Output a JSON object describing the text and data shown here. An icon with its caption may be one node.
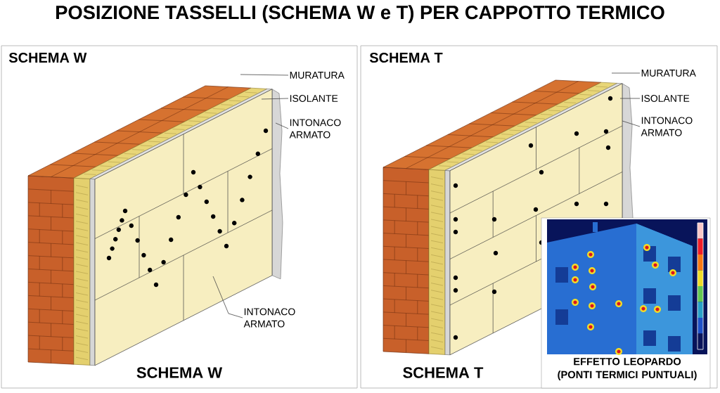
{
  "diagram": {
    "title": "POSIZIONE TASSELLI (SCHEMA W e T) PER CAPPOTTO TERMICO",
    "nodes": [
      {
        "text": [
          "SCHEMA W",
          "SCHEMA W"
        ]
      },
      {
        "text": [
          "MURATURA"
        ],
        "in": 0
      },
      {
        "text": [
          "ISOLANTE"
        ],
        "in": 0
      },
      {
        "text": [
          "INTONACO ARMATO"
        ],
        "in": 0
      },
      {
        "text": [
          "INTONACO ARMATO"
        ],
        "in": 0
      },
      {
        "text": [
          "SCHEMA T",
          "SCHEMA T"
        ]
      },
      {
        "text": [
          "MURATURA"
        ],
        "in": 5
      },
      {
        "text": [
          "ISOLANTE"
        ],
        "in": 5
      },
      {
        "text": [
          "INTONACO ARMATO"
        ],
        "in": 5
      },
      {
        "text": [
          "EFFETTO LEOPARDO (PONTI TERMICI PUNTUALI)"
        ],
        "in": 5
      }
    ],
    "edges": [
      {
        "from": 1,
        "to": null,
        "arrow": "none"
      },
      {
        "from": 2,
        "to": null,
        "arrow": "none"
      },
      {
        "from": 3,
        "to": null,
        "arrow": "none"
      },
      {
        "from": 4,
        "to": null,
        "arrow": "none"
      },
      {
        "from": 6,
        "to": null,
        "arrow": "none"
      },
      {
        "from": 7,
        "to": null,
        "arrow": "none"
      },
      {
        "from": 8,
        "to": null,
        "arrow": "none"
      }
    ]
  }
}
